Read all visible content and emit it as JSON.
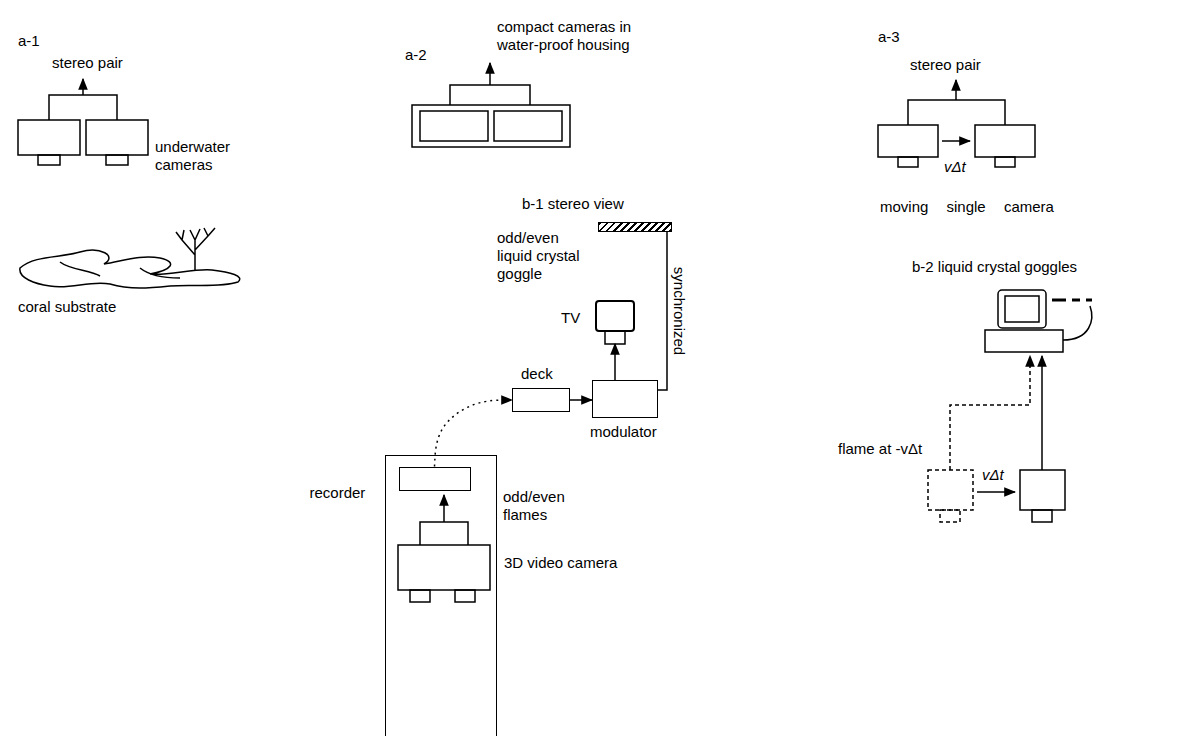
{
  "diagram": {
    "nodes": [
      {
        "text": [
          "odd/even liquid crystal goggle"
        ]
      },
      {
        "text": [
          "TV"
        ]
      },
      {
        "text": [
          "deck"
        ]
      },
      {
        "text": [
          "modulator"
        ]
      },
      {
        "text": [
          "3D video camera"
        ]
      },
      {
        "text": [
          "recorder"
        ],
        "in": 4
      }
    ],
    "edges": [
      {
        "from": 2,
        "to": 3,
        "arrow": "to"
      },
      {
        "from": 3,
        "to": 1,
        "arrow": "to"
      },
      {
        "from": 3,
        "to": 0,
        "label": "synchronized",
        "arrow": "none"
      },
      {
        "from": 5,
        "to": 2,
        "arrow": "to"
      }
    ],
    "labels": [
      "a-1",
      "stereo pair",
      "underwater cameras",
      "coral substrate",
      "a-2",
      "compact cameras in water-proof housing",
      "a-3",
      "stereo pair",
      "vΔt",
      "moving single camera",
      "b-1 stereo view",
      "b-2 liquid crystal goggles",
      "odd/even flames",
      "flame at -vΔt",
      "vΔt"
    ]
  }
}
